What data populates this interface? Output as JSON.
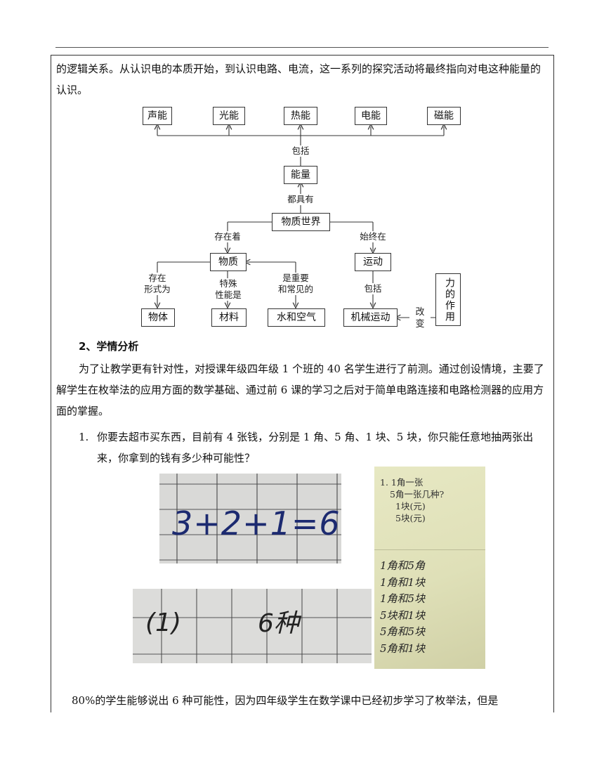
{
  "intro_paragraph": "的逻辑关系。从认识电的本质开始，到认识电路、电流，这一系列的探究活动将最终指向对电这种能量的认识。",
  "diagram": {
    "energies": [
      "声能",
      "光能",
      "热能",
      "电能",
      "磁能"
    ],
    "label_include_top": "包括",
    "energy_box": "能量",
    "label_all_have": "都具有",
    "world_box": "物质世界",
    "label_exists": "存在着",
    "label_always": "始终在",
    "matter_box": "物质",
    "motion_box": "运动",
    "label_form": "存在\n形式为",
    "label_special": "特殊\n性能是",
    "label_important": "是重要\n和常见的",
    "label_include_bottom": "包括",
    "object_box": "物体",
    "material_box": "材料",
    "water_air_box": "水和空气",
    "mechanical_box": "机械运动",
    "label_change": "改\n变",
    "force_box": "力的作用"
  },
  "section_heading": "2、学情分析",
  "analysis_paragraph": "为了让教学更有针对性，对授课年级四年级 1 个班的 40 名学生进行了前测。通过创设情境，主要了解学生在枚举法的应用方面的数学基础、通过前 6 课的学习之后对于简单电路连接和电路检测器的应用方面的掌握。",
  "question": {
    "number": "1.",
    "text": "你要去超市买东西，目前有 4 张钱，分别是 1 角、5 角、1 块、5 块，你只能任意地抽两张出来，你拿到的钱有多少种可能性？"
  },
  "photos": {
    "photo1_text": "3+2+1=6",
    "photo2_left": "(1)",
    "photo2_right": "6种",
    "photo3_top": [
      "1. 1角一张",
      "5角一张几种?",
      "1块(元)",
      "5块(元)"
    ],
    "photo3_list": [
      "1角和5角",
      "1角和1块",
      "1角和5块",
      "5块和1块",
      "5角和5块",
      "5角和1块"
    ]
  },
  "closing_paragraph": "80%的学生能够说出 6 种可能性，因为四年级学生在数学课中已经初步学习了枚举法，但是"
}
